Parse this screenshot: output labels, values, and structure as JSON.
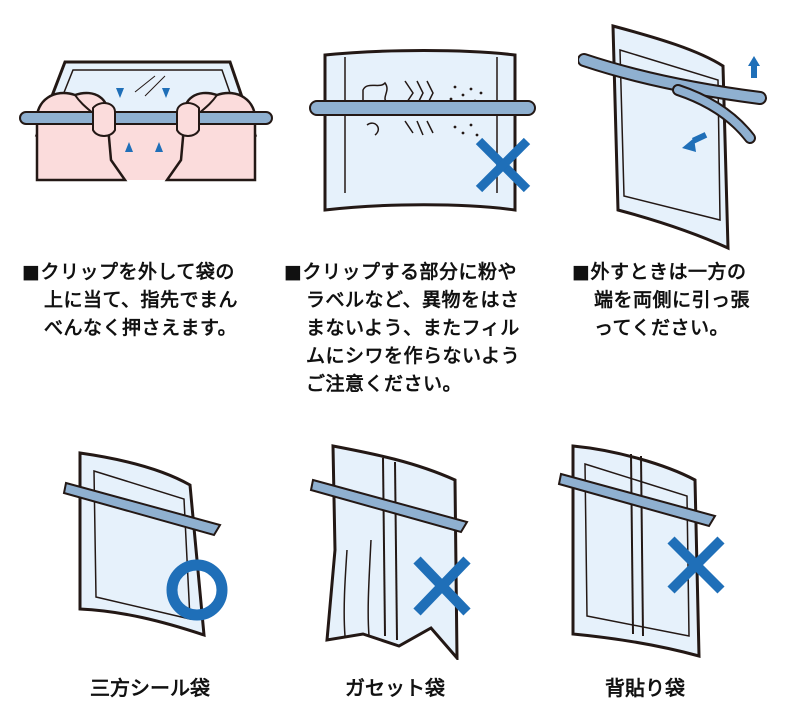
{
  "instructions": [
    {
      "bullet": "■",
      "lines": [
        "クリップを外して袋の",
        "上に当て、指先でまん",
        "べんなく押さえます。"
      ]
    },
    {
      "bullet": "■",
      "lines": [
        "クリップする部分に粉や",
        "ラベルなど、異物をはさ",
        "まないよう、またフィル",
        "ムにシワを作らないよう",
        "ご注意ください。"
      ]
    },
    {
      "bullet": "■",
      "lines": [
        "外すときは一方の",
        "端を両側に引っ張",
        "ってください。"
      ]
    }
  ],
  "bag_types": [
    {
      "label": "三方シール袋",
      "mark": "ok"
    },
    {
      "label": "ガセット袋",
      "mark": "ng"
    },
    {
      "label": "背貼り袋",
      "mark": "ng"
    }
  ],
  "colors": {
    "accent_blue": "#1f6fb8",
    "clip_blue": "#8fb0d0",
    "bag_fill": "#e6f1fb",
    "skin": "#fbdcdc",
    "outline": "#231815"
  }
}
